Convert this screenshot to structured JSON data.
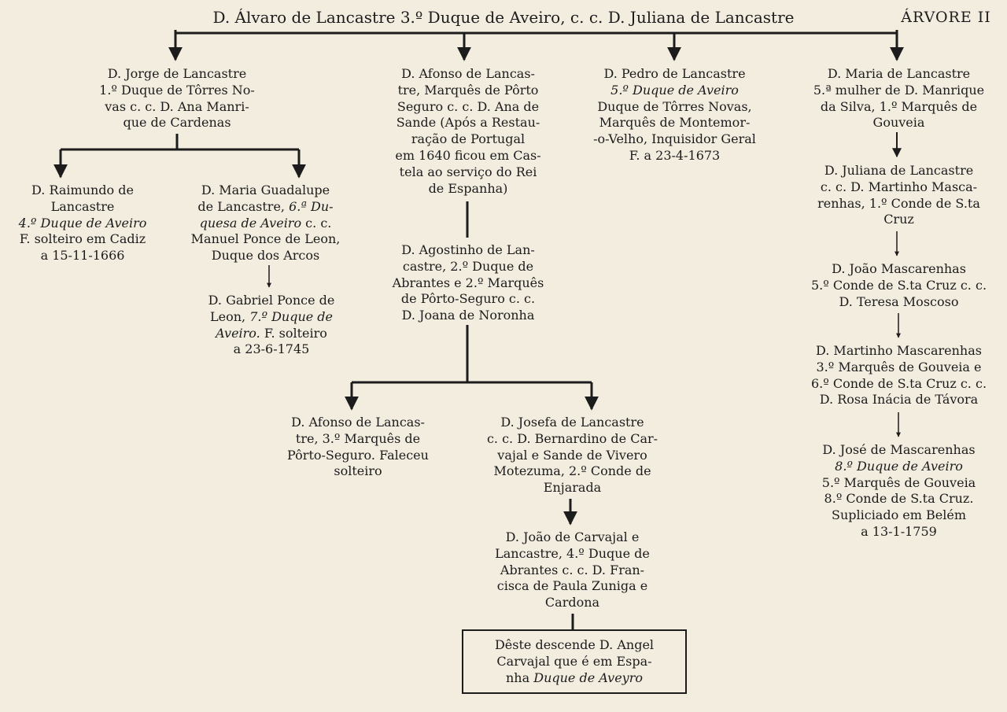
{
  "tree_label": "ÁRVORE II",
  "root": "D. Álvaro de Lancastre 3.º Duque de Aveiro, c. c. D. Juliana de Lancastre",
  "nodes": {
    "jorge": [
      "D. Jorge de Lancastre",
      "1.º Duque de Tôrres No-",
      "vas c. c. D. Ana Manri-",
      "que de Cardenas"
    ],
    "raimundo": [
      "D. Raimundo de",
      "Lancastre",
      "<i>4.º Duque de Aveiro</i>",
      "F. solteiro em Cadiz",
      "a 15-11-1666"
    ],
    "maria_guadalupe": [
      "D. Maria Guadalupe",
      "de Lancastre, <i>6.ª Du-</i>",
      "<i>quesa de Aveiro</i> c. c.",
      "Manuel Ponce de Leon,",
      "Duque dos Arcos"
    ],
    "gabriel": [
      "D. Gabriel Ponce de",
      "Leon, <i>7.º Duque de</i>",
      "<i>Aveiro.</i> F. solteiro",
      "a 23-6-1745"
    ],
    "afonso_marques": [
      "D. Afonso de Lancas-",
      "tre, Marquês de Pôrto",
      "Seguro c. c. D. Ana de",
      "Sande (Após a Restau-",
      "ração de Portugal",
      "em 1640 ficou em Cas-",
      "tela ao serviço do Rei",
      "de Espanha)"
    ],
    "agostinho": [
      "D. Agostinho de Lan-",
      "castre, 2.º Duque de",
      "Abrantes e 2.º Marquês",
      "de Pôrto-Seguro c. c.",
      "D. Joana de Noronha"
    ],
    "afonso_3": [
      "D. Afonso de Lancas-",
      "tre, 3.º Marquês de",
      "Pôrto-Seguro. Faleceu",
      "solteiro"
    ],
    "josefa": [
      "D. Josefa de Lancastre",
      "c. c. D. Bernardino de Car-",
      "vajal e Sande de Vivero",
      "Motezuma, 2.º Conde de",
      "Enjarada"
    ],
    "joao_carvajal": [
      "D. João de Carvajal e",
      "Lancastre, 4.º Duque de",
      "Abrantes c. c. D. Fran-",
      "cisca de Paula Zuniga e",
      "Cardona"
    ],
    "final": [
      "Dêste descende D. Angel",
      "Carvajal que é em Espa-",
      "nha <i>Duque de Aveyro</i>"
    ],
    "pedro": [
      "D. Pedro de Lancastre",
      "<i>5.º Duque de Aveiro</i>",
      "Duque de Tôrres Novas,",
      "Marquês de Montemor-",
      "-o-Velho, Inquisidor Geral",
      "F. a 23-4-1673"
    ],
    "maria_lancastre": [
      "D. Maria de Lancastre",
      "5.ª mulher de D. Manrique",
      "da Silva, 1.º Marquês de",
      "Gouveia"
    ],
    "juliana": [
      "D. Juliana de Lancastre",
      "c. c. D. Martinho Masca-",
      "renhas, 1.º Conde de S.ta",
      "Cruz"
    ],
    "joao_mascarenhas": [
      "D. João Mascarenhas",
      "5.º Conde de S.ta Cruz c. c.",
      "D. Teresa Moscoso"
    ],
    "martinho": [
      "D. Martinho Mascarenhas",
      "3.º Marquês de Gouveia e",
      "6.º Conde de S.ta Cruz c. c.",
      "D. Rosa Inácia de Távora"
    ],
    "jose": [
      "D. José de Mascarenhas",
      "<i>8.º Duque de Aveiro</i>",
      "5.º Marquês de Gouveia",
      "8.º Conde de S.ta Cruz.",
      "Supliciado em Belém",
      "a 13-1-1759"
    ]
  },
  "colors": {
    "ink": "#1c1c1c",
    "paper": "#f3ede0"
  }
}
